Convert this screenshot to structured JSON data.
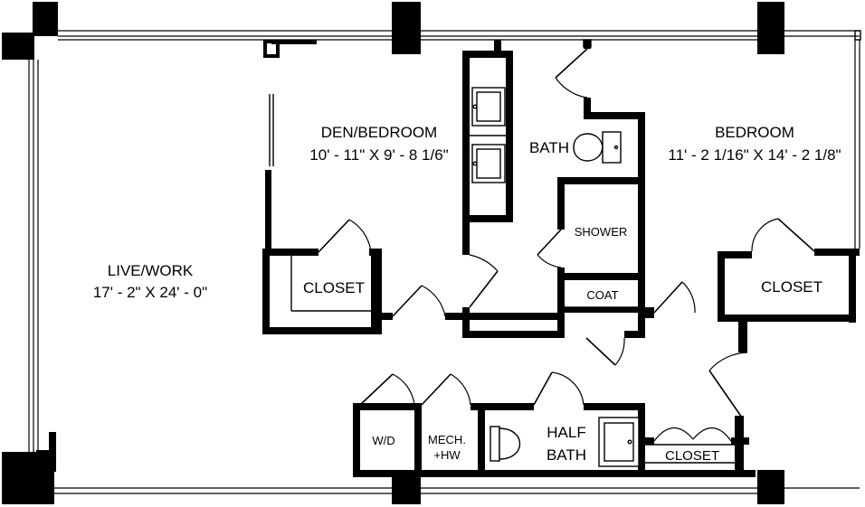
{
  "rooms": {
    "live_work": {
      "name": "LIVE/WORK",
      "dims": "17' - 2\" X 24' - 0\""
    },
    "den_bedroom": {
      "name": "DEN/BEDROOM",
      "dims": "10' - 11\" X 9' - 8 1/6\""
    },
    "bedroom": {
      "name": "BEDROOM",
      "dims": "11' - 2 1/16\" X 14' - 2 1/8\""
    },
    "bath": {
      "name": "BATH"
    },
    "shower": {
      "name": "SHOWER"
    },
    "coat": {
      "name": "COAT"
    },
    "closet_den": {
      "name": "CLOSET"
    },
    "closet_bedroom": {
      "name": "CLOSET"
    },
    "closet_hall": {
      "name": "CLOSET"
    },
    "wd": {
      "name": "W/D"
    },
    "mech": {
      "line1": "MECH.",
      "line2": "+HW"
    },
    "half_bath": {
      "line1": "HALF",
      "line2": "BATH"
    }
  }
}
